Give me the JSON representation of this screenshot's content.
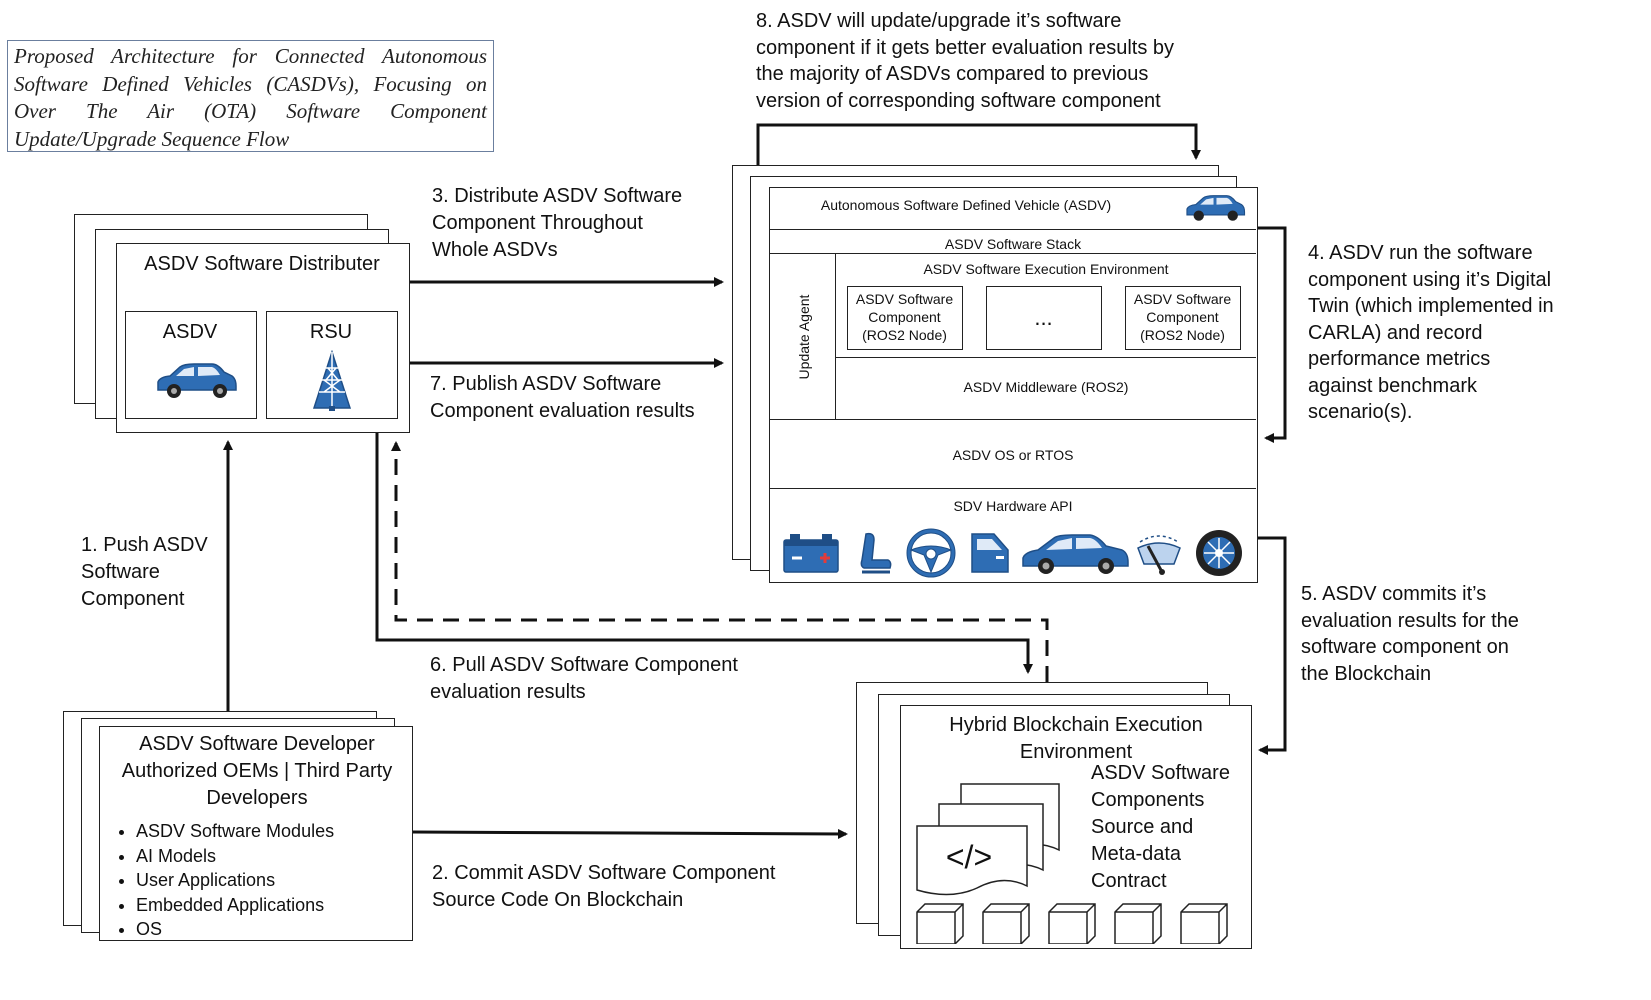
{
  "title": "Proposed Architecture for Connected Autonomous Software Defined Vehicles (CASDVs), Focusing on Over The Air (OTA) Software Component Update/Upgrade Sequence Flow",
  "distributer": {
    "title": "ASDV Software Distributer",
    "asdv_label": "ASDV",
    "rsu_label": "RSU"
  },
  "developer": {
    "title": "ASDV Software Developer Authorized OEMs | Third Party Developers",
    "items": [
      "ASDV Software Modules",
      "AI Models",
      "User Applications",
      "Embedded Applications",
      "OS"
    ]
  },
  "asdv_stack": {
    "header": "Autonomous Software Defined Vehicle (ASDV)",
    "software_stack": "ASDV Software Stack",
    "update_agent": "Update Agent",
    "execution_env": "ASDV Software Execution Environment",
    "component_1": "ASDV Software Component (ROS2 Node)",
    "ellipsis": "...",
    "component_2": "ASDV Software Component (ROS2 Node)",
    "middleware": "ASDV Middleware (ROS2)",
    "os": "ASDV OS or RTOS",
    "hardware_api": "SDV Hardware API"
  },
  "blockchain": {
    "title": "Hybrid Blockchain Execution Environment",
    "contract": "ASDV Software Components Source and Meta-data Contract",
    "code_symbol": "</>"
  },
  "steps": {
    "s1": "1. Push ASDV Software Component",
    "s2": "2. Commit ASDV Software Component Source Code On Blockchain",
    "s3": "3. Distribute ASDV Software Component Throughout Whole ASDVs",
    "s4": "4. ASDV run the software component using it’s Digital Twin (which implemented in CARLA) and record performance metrics against benchmark scenario(s).",
    "s5": "5. ASDV commits it’s evaluation results for the software component on the Blockchain",
    "s6": "6. Pull ASDV Software Component evaluation results",
    "s7": "7. Publish ASDV Software Component evaluation results",
    "s8": "8. ASDV will update/upgrade it’s software component if it gets better evaluation results by the majority of ASDVs compared to previous version of corresponding software component"
  },
  "icons": [
    "car-icon",
    "tower-icon",
    "battery-icon",
    "seat-icon",
    "steering-wheel-icon",
    "door-icon",
    "wiper-icon",
    "wheel-icon",
    "code-document-icon",
    "block-icon"
  ],
  "colors": {
    "vehicle_blue": "#2e6db4",
    "vehicle_dark": "#1f4e86",
    "title_border": "#6b7f9e",
    "line": "#111111"
  }
}
